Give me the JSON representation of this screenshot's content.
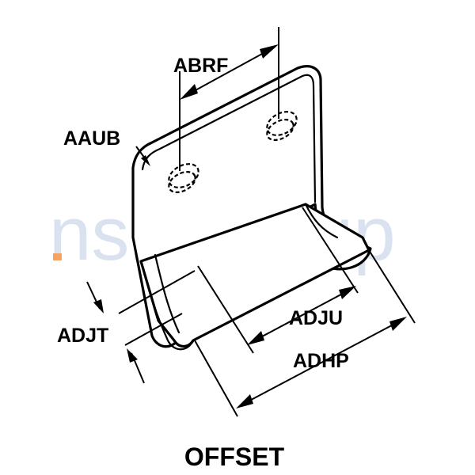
{
  "watermark": {
    "text": "nsnlookup",
    "dot_color": "#f4a460",
    "text_color": "#b9cbe0"
  },
  "dimensions": {
    "abrf": "ABRF",
    "aaub": "AAUB",
    "adjt": "ADJT",
    "adju": "ADJU",
    "adhp": "ADHP"
  },
  "caption": "OFFSET",
  "icons": {
    "bracket": "offset-bracket-drawing",
    "holes": "dashed-hole-icon"
  }
}
